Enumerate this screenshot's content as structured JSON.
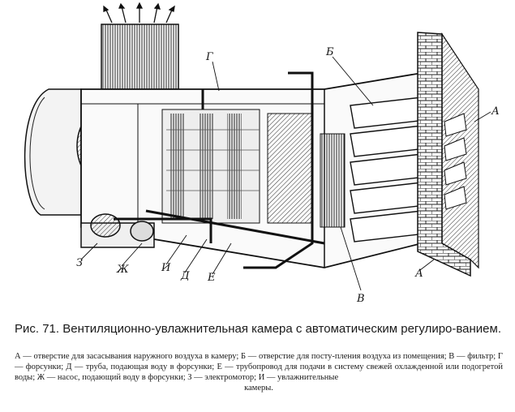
{
  "figure": {
    "labels": {
      "A_top": "А",
      "A_bottom": "А",
      "B": "Б",
      "V": "В",
      "G": "Г",
      "D": "Д",
      "E": "Е",
      "Zh": "Ж",
      "Z": "З",
      "I": "И"
    }
  },
  "caption": {
    "text": "Рис. 71. Вентиляционно-увлажнительная камера с автоматическим регулиро-ванием."
  },
  "legend": {
    "line1": "А — отверстие для засасывания наружного воздуха в камеру; Б — отверстие для посту-пления воздуха из помещения; В — фильтр; Г — форсунки; Д — труба, подающая воду в форсунки; Е — трубопровод для подачи в систему свежей охлажденной или подогретой воды; Ж — насос, подающий воду в форсунки; З — электромотор; И — увлажнительные",
    "line2": "камеры."
  }
}
